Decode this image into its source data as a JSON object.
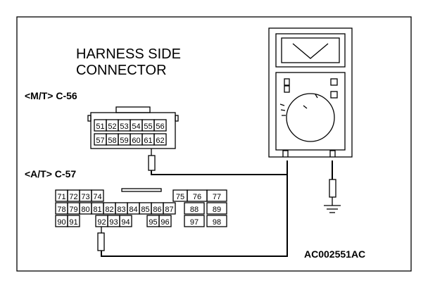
{
  "title_line1": "HARNESS SIDE",
  "title_line2": "CONNECTOR",
  "connector_mt": {
    "label": "<M/T> C-56",
    "rows": [
      [
        "51",
        "52",
        "53",
        "54",
        "55",
        "56"
      ],
      [
        "57",
        "58",
        "59",
        "60",
        "61",
        "62"
      ]
    ]
  },
  "connector_at": {
    "label": "<A/T> C-57",
    "rows": [
      [
        "71",
        "72",
        "73",
        "74",
        "75",
        "76",
        "77"
      ],
      [
        "78",
        "79",
        "80",
        "81",
        "82",
        "83",
        "84",
        "85",
        "86",
        "87",
        "88",
        "89"
      ],
      [
        "90",
        "91",
        "92",
        "93",
        "94",
        "95",
        "96",
        "97",
        "98"
      ]
    ]
  },
  "reference_code": "AC002551AC"
}
